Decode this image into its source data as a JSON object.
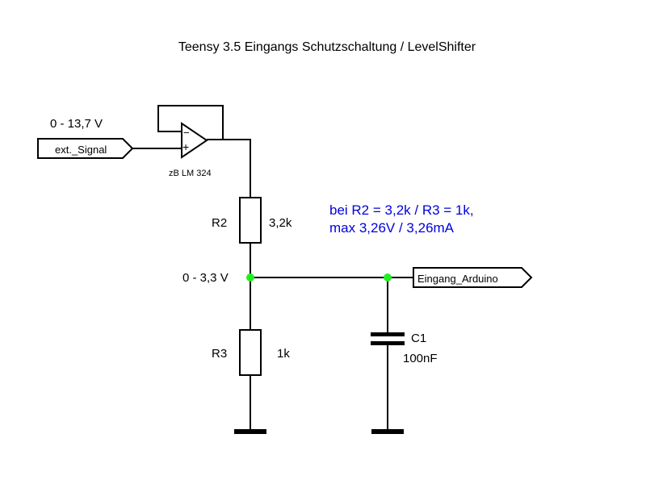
{
  "title": "Teensy 3.5 Eingangs Schutzschaltung / LevelShifter",
  "input": {
    "voltage_label": "0 - 13,7 V",
    "port_label": "ext._Signal"
  },
  "opamp": {
    "minus_sign": "−",
    "plus_sign": "+",
    "part_label": "zB LM 324"
  },
  "r2": {
    "name": "R2",
    "value": "3,2k"
  },
  "r3": {
    "name": "R3",
    "value": "1k"
  },
  "node_voltage_label": "0 - 3,3 V",
  "c1": {
    "name": "C1",
    "value": "100nF"
  },
  "output": {
    "port_label": "Eingang_Arduino"
  },
  "note": {
    "line1": "bei R2 = 3,2k / R3 = 1k,",
    "line2": "max 3,26V / 3,26mA"
  },
  "colors": {
    "wire": "#000000",
    "junction": "#22ee22",
    "note": "#0000dd"
  }
}
